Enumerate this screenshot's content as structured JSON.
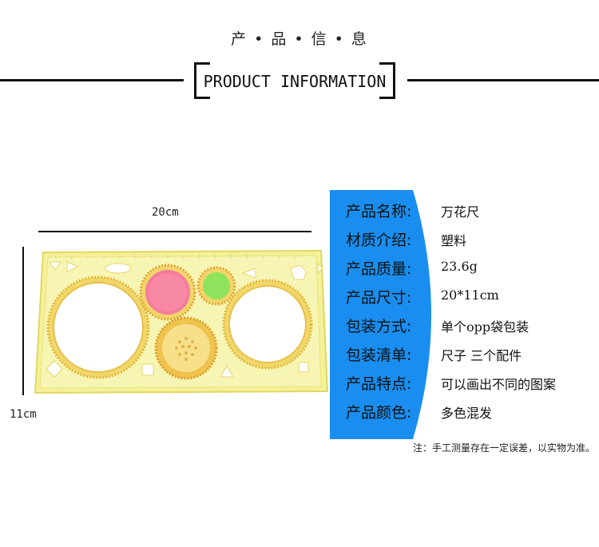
{
  "header": {
    "cn_title": "产 • 品 • 信 • 息",
    "en_title": "PRODUCT INFORMATION"
  },
  "dimensions": {
    "width_label": "20cm",
    "height_label": "11cm"
  },
  "specs": [
    {
      "label": "产品名称:",
      "value": "万花尺"
    },
    {
      "label": "材质介绍:",
      "value": "塑料"
    },
    {
      "label": "产品质量:",
      "value": "23.6g"
    },
    {
      "label": "产品尺寸:",
      "value": "20*11cm"
    },
    {
      "label": "包装方式:",
      "value": "单个opp袋包装"
    },
    {
      "label": "包装清单:",
      "value": "尺子 三个配件"
    },
    {
      "label": "产品特点:",
      "value": "可以画出不同的图案"
    },
    {
      "label": "产品颜色:",
      "value": "多色混发"
    }
  ],
  "note": "注：手工测量存在一定误差，以实物为准。",
  "colors": {
    "panel_blue": "#1a8ef0",
    "ruler_yellow": "#f3f08c",
    "gear_gold": "#e6b93a",
    "pink_gear": "#f27b9a",
    "green_gear": "#8fe25a"
  }
}
